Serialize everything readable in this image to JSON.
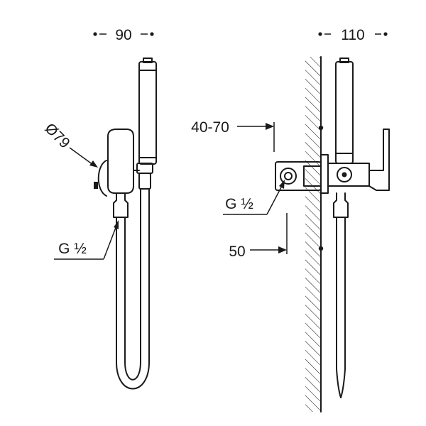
{
  "dimensions": {
    "left_width": "90",
    "right_width": "110",
    "diameter": "Ø79",
    "thread_left": "G ½",
    "thread_right": "G ½",
    "range": "40-70",
    "depth": "50"
  },
  "colors": {
    "ink": "#1a1a1a",
    "background": "#ffffff"
  }
}
